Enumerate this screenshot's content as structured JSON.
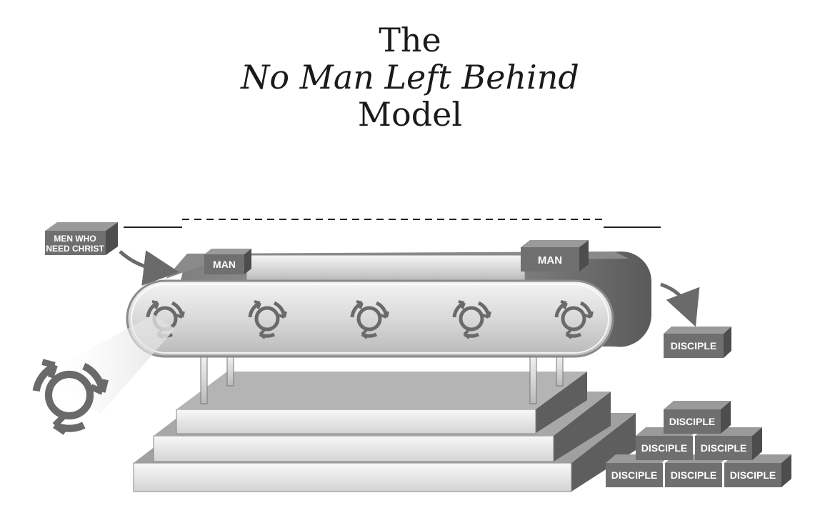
{
  "title": {
    "line1": "The",
    "line2": "No Man Left Behind",
    "line3": "Model"
  },
  "labels": {
    "men_who_need_christ_line1": "MEN WHO",
    "men_who_need_christ_line2": "NEED CHRIST",
    "man_left": "MAN",
    "man_right": "MAN",
    "disciple": "DISCIPLE"
  },
  "colors": {
    "block_front": "#6f6f6f",
    "block_top": "#9a9a9a",
    "block_side": "#4d4d4d",
    "arrow": "#6a6a6a"
  }
}
